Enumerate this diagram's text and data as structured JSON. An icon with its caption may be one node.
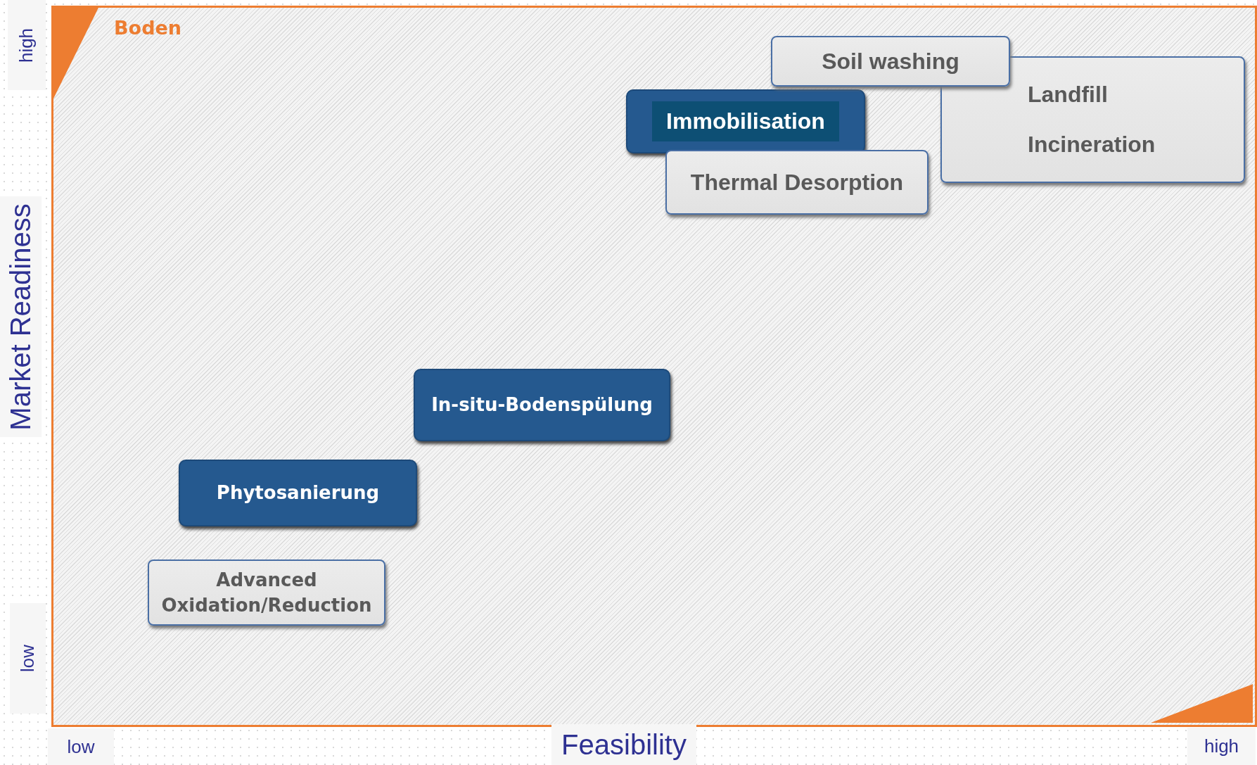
{
  "diagram": {
    "title": "Boden",
    "nodes": [
      {
        "text": [
          "Soil washing"
        ]
      },
      {
        "text": [
          "Landfill",
          "Incineration"
        ]
      },
      {
        "text": [
          "Immobilisation"
        ]
      },
      {
        "text": [
          "Thermal Desorption"
        ]
      },
      {
        "text": [
          "In-situ-Bodenspülung"
        ]
      },
      {
        "text": [
          "Phytosanierung"
        ]
      },
      {
        "text": [
          "Advanced Oxidation/Reduction"
        ]
      }
    ],
    "labels": [
      "high",
      "Market Readiness",
      "low",
      "low",
      "Feasibility",
      "high"
    ]
  }
}
